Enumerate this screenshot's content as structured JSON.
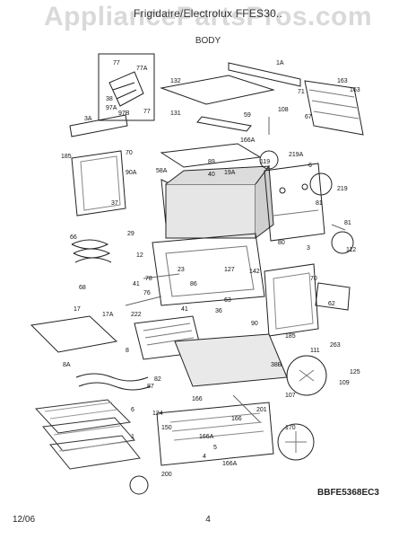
{
  "header": {
    "line": "Frigidaire/Electrolux  FFES30..",
    "watermark": "AppliancePartsPros.com",
    "section": "BODY"
  },
  "footer": {
    "date": "12/06",
    "page": "4"
  },
  "diagram_code": "BBFE5368EC3",
  "part_labels": [
    "77",
    "77A",
    "38",
    "97A",
    "97B",
    "77",
    "132",
    "131",
    "3A",
    "185",
    "70",
    "90A",
    "58A",
    "89",
    "40",
    "59",
    "19A",
    "166A",
    "37",
    "29",
    "12",
    "66",
    "41",
    "76",
    "86",
    "127",
    "23",
    "41",
    "142",
    "80",
    "3",
    "81",
    "81",
    "219A",
    "219",
    "112",
    "119",
    "6",
    "163",
    "163",
    "67",
    "71",
    "1A",
    "108",
    "70",
    "63",
    "62",
    "90",
    "78",
    "68",
    "222",
    "17",
    "17A",
    "8",
    "8A",
    "6",
    "36",
    "87",
    "82",
    "166",
    "124",
    "150",
    "166A",
    "166",
    "201",
    "170",
    "200",
    "166A",
    "5",
    "4",
    "111",
    "263",
    "125",
    "109",
    "107",
    "185",
    "38B",
    "1"
  ]
}
